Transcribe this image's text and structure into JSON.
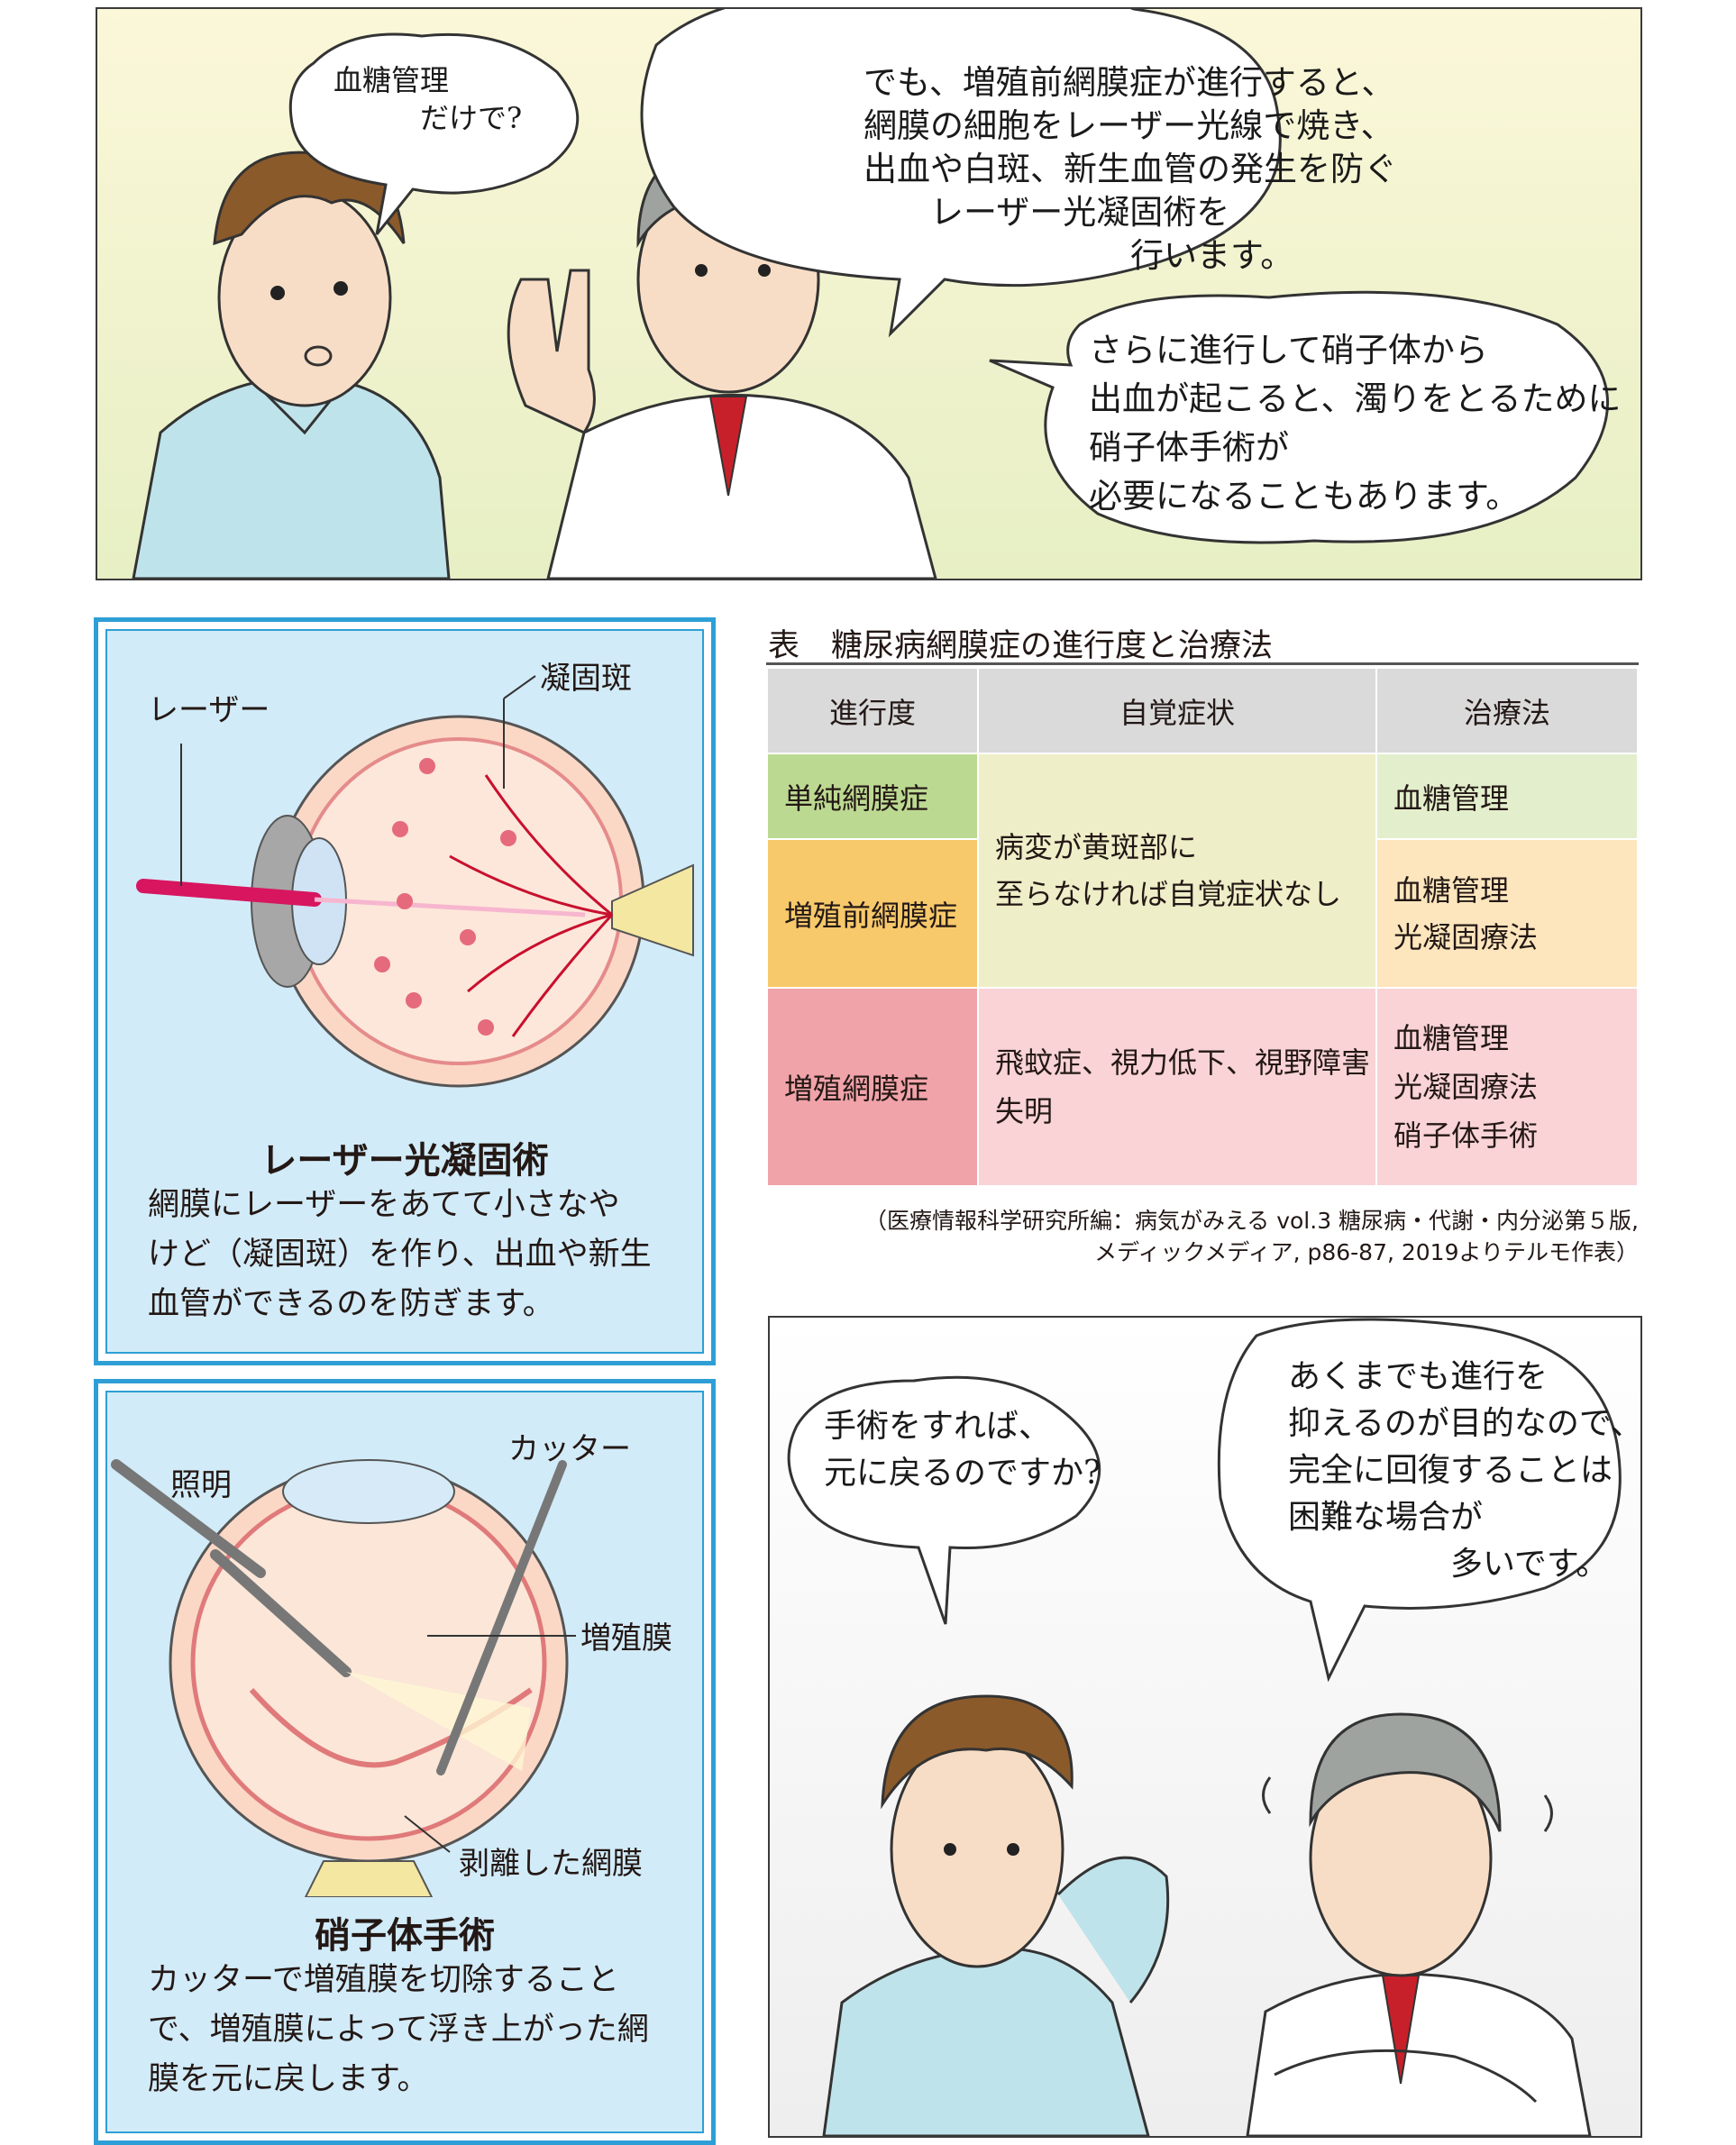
{
  "top_panel": {
    "patient_bubble": "血糖管理\n　　　だけで?",
    "doctor_bubble_1": "でも、増殖前網膜症が進行すると、\n網膜の細胞をレーザー光線で焼き、\n出血や白斑、新生血管の発生を防ぐ\n　　レーザー光凝固術を\n　　　　　　　　行います。",
    "doctor_bubble_2": "さらに進行して硝子体から\n出血が起こると、濁りをとるために\n硝子体手術が\n必要になることもあります。"
  },
  "laser_box": {
    "label_laser": "レーザー",
    "label_spot": "凝固斑",
    "title": "レーザー光凝固術",
    "body": "網膜にレーザーをあてて小さなや\nけど（凝固斑）を作り、出血や新生\n血管ができるのを防ぎます。"
  },
  "vitrectomy_box": {
    "label_light": "照明",
    "label_cutter": "カッター",
    "label_membrane": "増殖膜",
    "label_detached": "剥離した網膜",
    "title": "硝子体手術",
    "body": "カッターで増殖膜を切除すること\nで、増殖膜によって浮き上がった網\n膜を元に戻します。"
  },
  "table": {
    "title": "表　糖尿病網膜症の進行度と治療法",
    "headers": [
      "進行度",
      "自覚症状",
      "治療法"
    ],
    "rows": [
      {
        "stage": "単純網膜症",
        "treatment": "血糖管理",
        "stage_color": "#bcd992",
        "cell_color": "#e3efcc"
      },
      {
        "stage": "増殖前網膜症",
        "treatment": "血糖管理\n光凝固療法",
        "stage_color": "#f7c96b",
        "cell_color": "#fde6bd"
      },
      {
        "stage": "増殖網膜症",
        "symptom": "飛蚊症、視力低下、視野障害\n失明",
        "treatment": "血糖管理\n光凝固療法\n硝子体手術",
        "stage_color": "#f0a3a9",
        "cell_color": "#f9d3d5"
      }
    ],
    "shared_symptom": "病変が黄斑部に\n至らなければ自覚症状なし",
    "source_line1": "（医療情報科学研究所編：病気がみえる vol.3 糖尿病・代謝・内分泌第５版,",
    "source_line2": "メディックメディア, p86-87, 2019よりテルモ作表）"
  },
  "bottom_panel": {
    "patient_bubble": "手術をすれば、\n元に戻るのですか?",
    "doctor_bubble": "あくまでも進行を\n抑えるのが目的なので、\n完全に回復することは\n困難な場合が\n　　　　　多いです。"
  },
  "colors": {
    "accent_blue": "#2e9fd6",
    "box_fill": "#d2ebf8",
    "header_gray": "#dadada"
  }
}
